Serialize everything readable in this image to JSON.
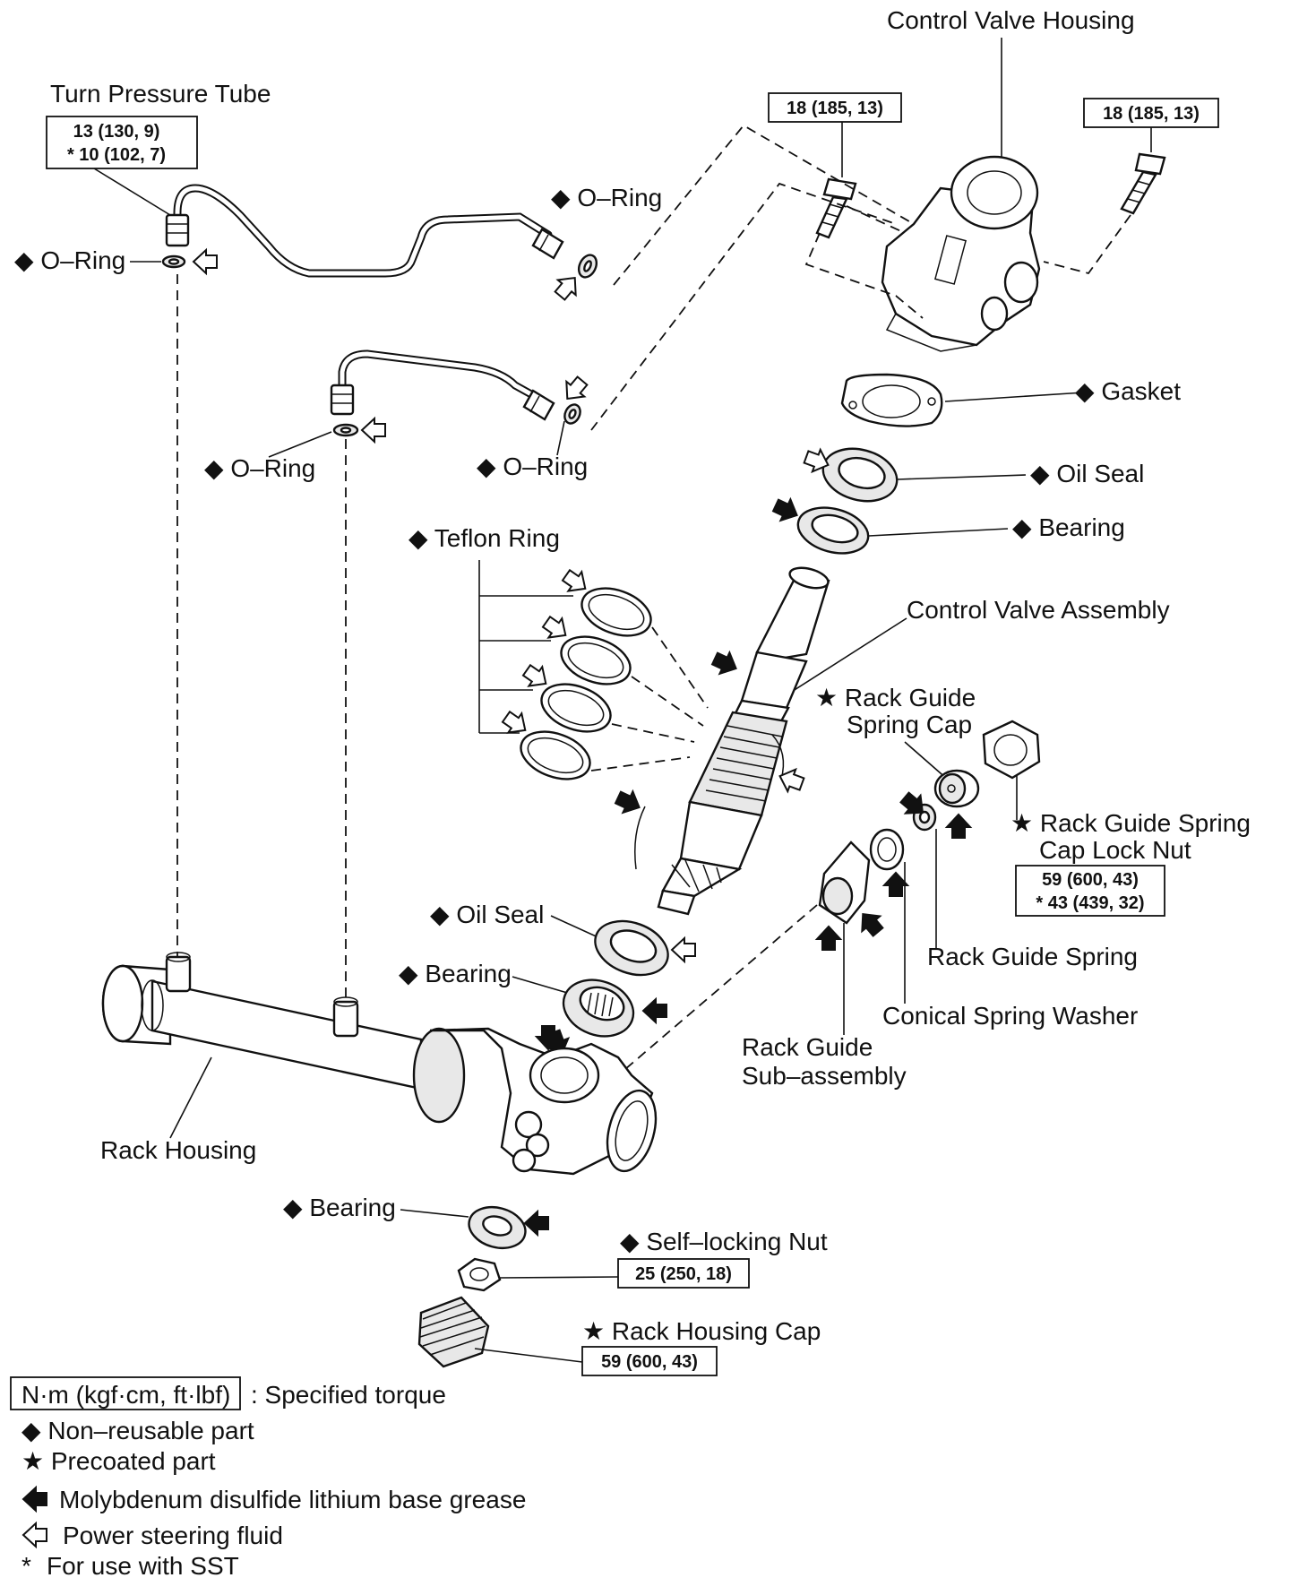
{
  "labels": {
    "control_valve_housing": "Control Valve Housing",
    "turn_pressure_tube": "Turn Pressure Tube",
    "oring_left": "◆ O–Ring",
    "oring_top_mid": "◆ O–Ring",
    "oring_lower_mid": "◆ O–Ring",
    "oring_lower_right": "◆ O–Ring",
    "gasket": "◆ Gasket",
    "oil_seal_upper": "◆ Oil Seal",
    "bearing_upper": "◆ Bearing",
    "teflon_ring": "◆ Teflon Ring",
    "control_valve_assembly": "Control Valve Assembly",
    "rack_guide_spring_cap_1": "★ Rack Guide",
    "rack_guide_spring_cap_2": "Spring Cap",
    "rack_guide_lock_nut_1": "★ Rack Guide Spring",
    "rack_guide_lock_nut_2": "Cap Lock Nut",
    "oil_seal_lower": "◆ Oil Seal",
    "bearing_middle": "◆ Bearing",
    "rack_guide_spring": "Rack Guide Spring",
    "conical_spring_washer": "Conical Spring Washer",
    "rack_guide_sub_1": "Rack Guide",
    "rack_guide_sub_2": "Sub–assembly",
    "rack_housing": "Rack Housing",
    "bearing_lower": "◆ Bearing",
    "self_locking_nut": "◆ Self–locking Nut",
    "rack_housing_cap": "★ Rack Housing Cap"
  },
  "torques": {
    "turn_tube_1": "13 (130, 9)",
    "turn_tube_2": "* 10 (102, 7)",
    "bolt_left": "18 (185, 13)",
    "bolt_right": "18 (185, 13)",
    "lock_nut_1": "59 (600, 43)",
    "lock_nut_2": "* 43 (439, 32)",
    "self_locking_nut": "25 (250, 18)",
    "rack_housing_cap": "59 (600, 43)"
  },
  "legend": {
    "torque_unit": "N·m (kgf·cm, ft·lbf)",
    "torque_desc": ": Specified torque",
    "non_reusable": "◆ Non–reusable part",
    "precoated": "★ Precoated part",
    "moly_grease": "Molybdenum disulfide lithium base grease",
    "ps_fluid": "Power steering fluid",
    "sst_mark": "*",
    "sst_desc": "For use with SST"
  }
}
